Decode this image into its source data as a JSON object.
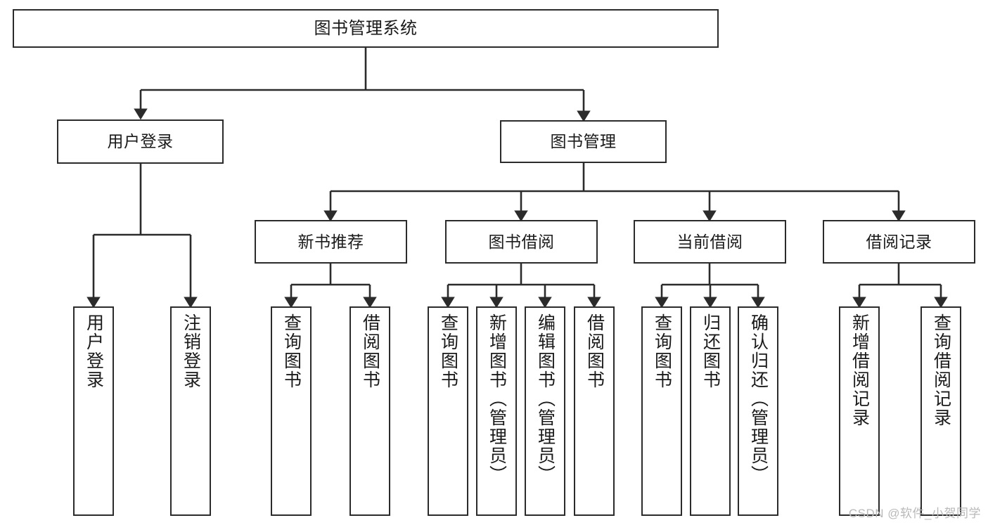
{
  "diagram": {
    "title": "图书管理系统",
    "type": "tree-hierarchy",
    "colors": {
      "background": "#ffffff",
      "node_border": "#2b2b2b",
      "node_fill": "#ffffff",
      "edge": "#2b2b2b",
      "text": "#1a1a1a",
      "watermark": "#b9b9b9"
    },
    "root": {
      "label": "图书管理系统"
    },
    "level1": [
      {
        "label": "用户登录"
      },
      {
        "label": "图书管理"
      }
    ],
    "level2": [
      {
        "label": "新书推荐"
      },
      {
        "label": "图书借阅"
      },
      {
        "label": "当前借阅"
      },
      {
        "label": "借阅记录"
      }
    ],
    "leaves": {
      "user_login": [
        {
          "label": "用户登录"
        },
        {
          "label": "注销登录"
        }
      ],
      "new_book_recommend": [
        {
          "label": "查询图书"
        },
        {
          "label": "借阅图书"
        }
      ],
      "book_borrow": [
        {
          "label": "查询图书"
        },
        {
          "label": "新增图书（管理员）"
        },
        {
          "label": "编辑图书（管理员）"
        },
        {
          "label": "借阅图书"
        }
      ],
      "current_borrow": [
        {
          "label": "查询图书"
        },
        {
          "label": "归还图书"
        },
        {
          "label": "确认归还（管理员）"
        }
      ],
      "borrow_record": [
        {
          "label": "新增借阅记录"
        },
        {
          "label": "查询借阅记录"
        }
      ]
    },
    "watermark": "CSDN @软件_小贺同学"
  }
}
